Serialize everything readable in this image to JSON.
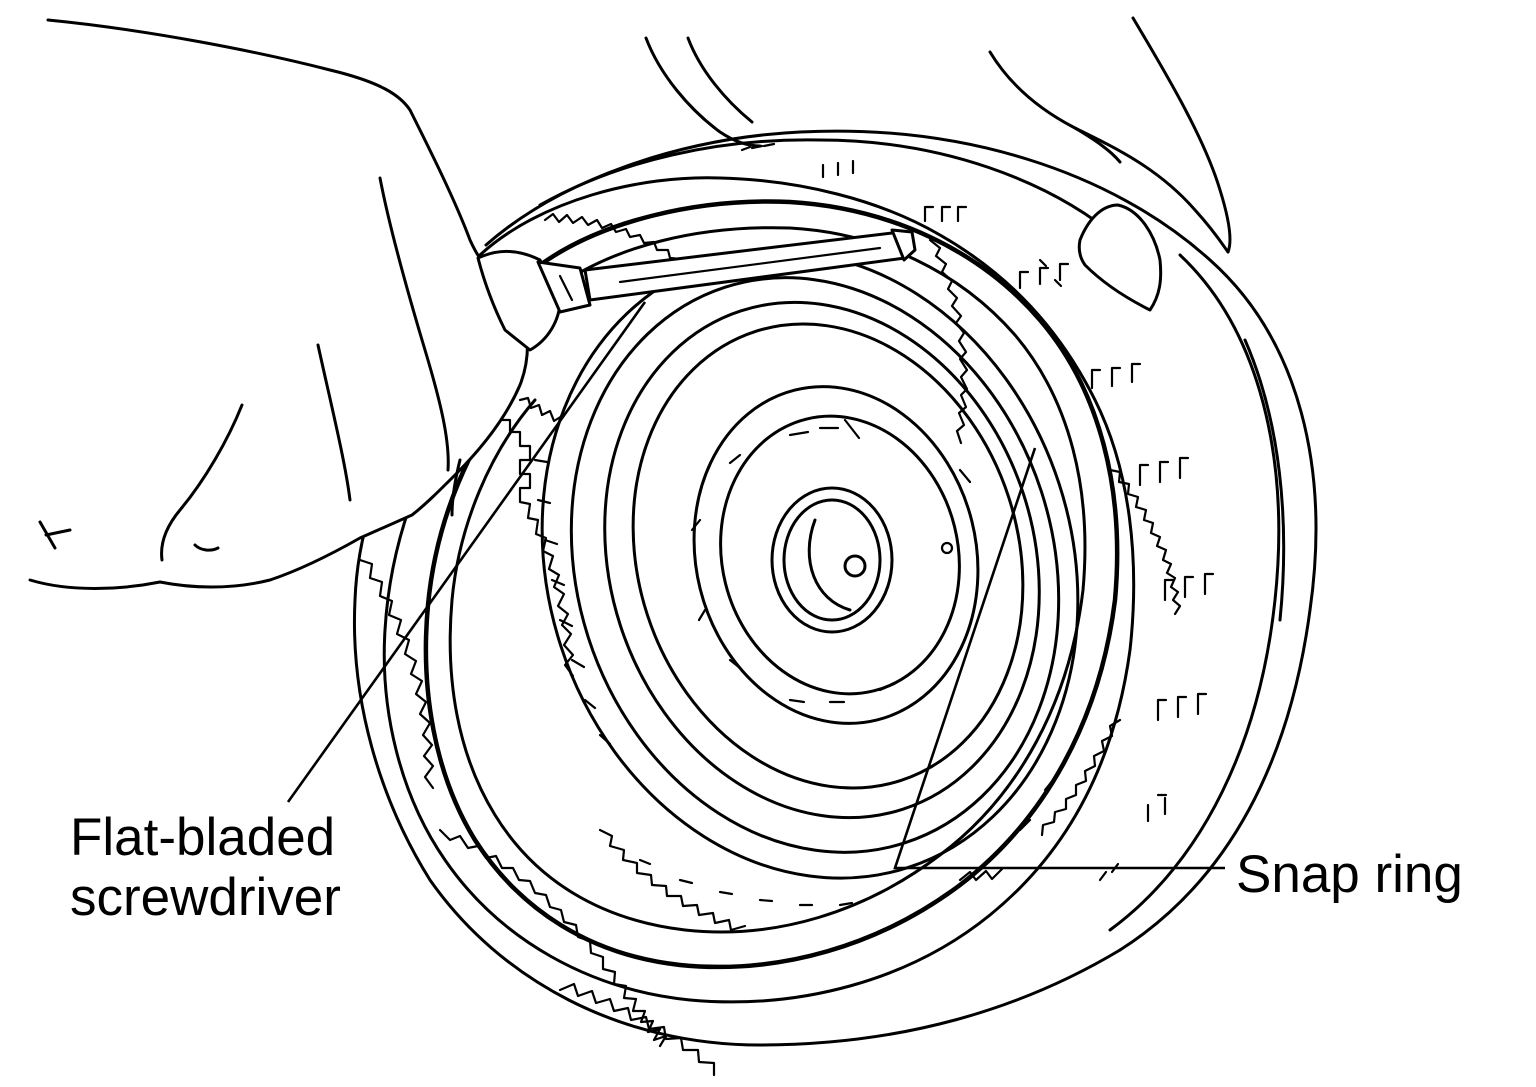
{
  "labels": {
    "screwdriver_line1": "Flat-bladed",
    "screwdriver_line2": "screwdriver",
    "snap_ring": "Snap ring"
  },
  "colors": {
    "ink": "#000000",
    "paper": "#ffffff"
  }
}
